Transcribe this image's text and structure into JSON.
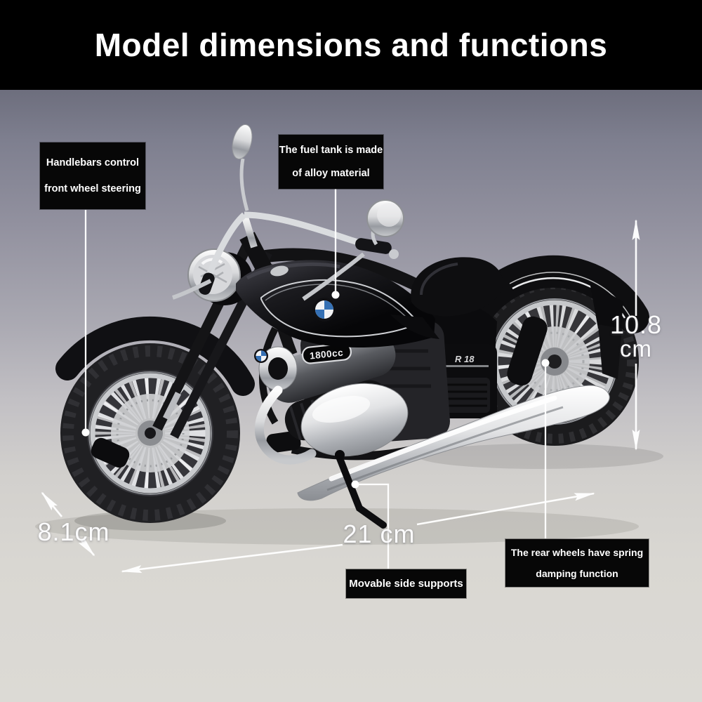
{
  "header": {
    "title": "Model dimensions and functions"
  },
  "callouts": {
    "handlebars": {
      "lines": [
        "Handlebars control",
        "front wheel steering"
      ]
    },
    "fuel_tank": {
      "lines": [
        "The fuel tank is made",
        "of alloy material"
      ]
    },
    "side_support": {
      "lines": [
        "Movable side supports"
      ]
    },
    "rear_wheels": {
      "lines": [
        "The rear wheels have spring",
        "damping function"
      ]
    }
  },
  "dimensions": {
    "height": {
      "value": "10.8",
      "unit": "cm"
    },
    "length": {
      "label": "21 cm"
    },
    "width": {
      "label": "8.1cm"
    }
  },
  "model": {
    "engine_badge": "1800cc",
    "side_badge": "R 18"
  },
  "colors": {
    "header_bg": "#000000",
    "callout_bg": "#070707",
    "callout_text": "#ffffff",
    "annotation_white": "#ffffff",
    "roundel_blue": "#3570b4",
    "chrome_light": "#f4f5f6",
    "body_black": "#0e0e10"
  }
}
